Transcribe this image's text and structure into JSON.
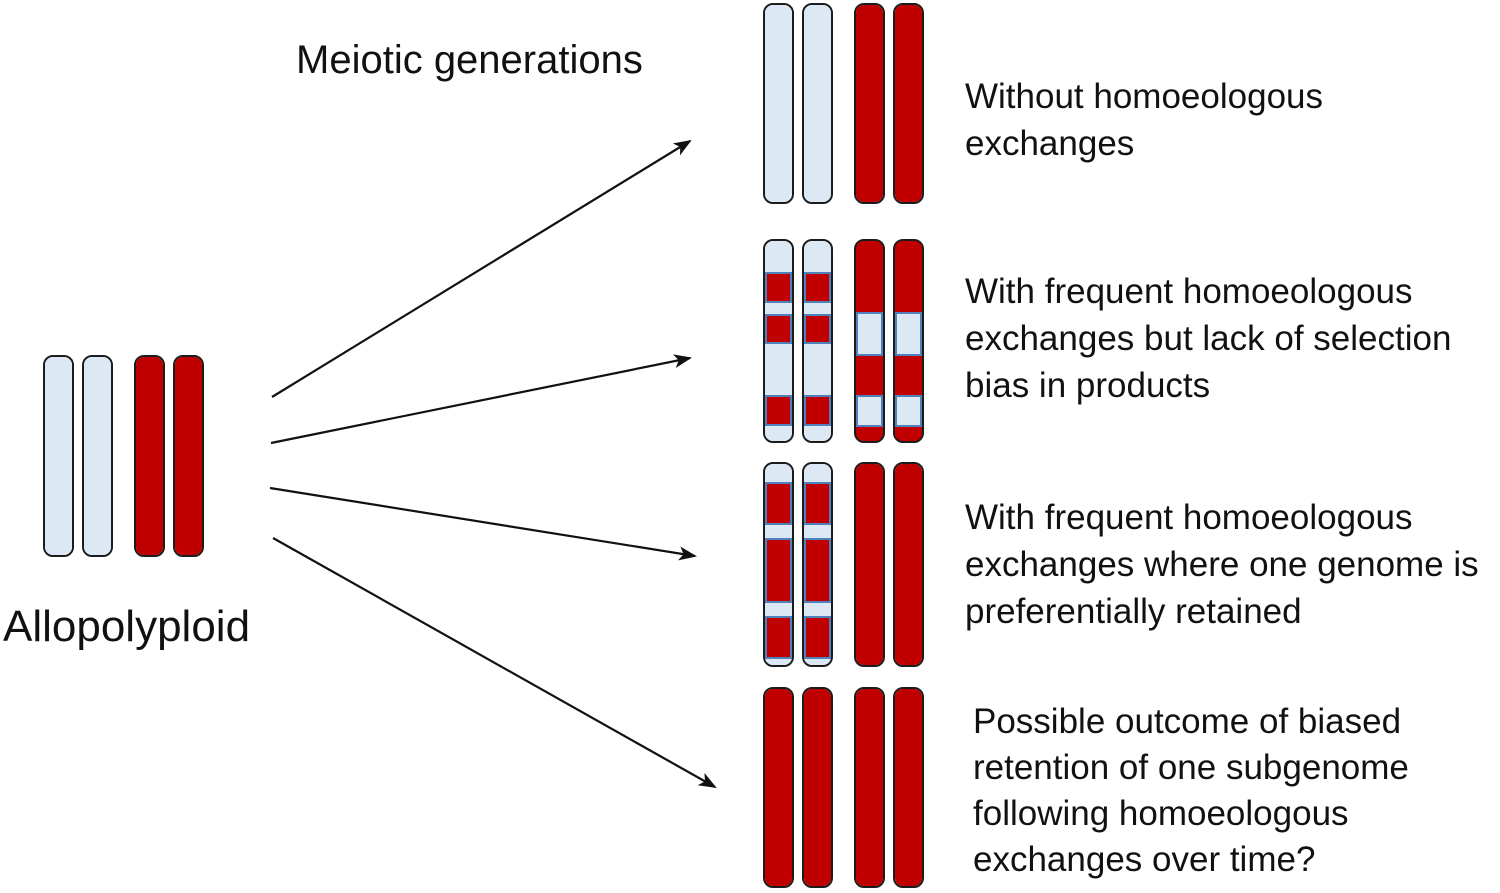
{
  "colors": {
    "background": "#ffffff",
    "genome_a": "#dce9f5",
    "genome_b": "#c00000",
    "segment_border": "#4f81bd",
    "chromosome_border": "#1c1c1c",
    "arrow": "#111111",
    "text": "#111111"
  },
  "labels": {
    "allopolyploid": "Allopolyploid",
    "meiotic_generations": "Meiotic generations"
  },
  "legend": {
    "genome_a_meaning": "subgenome-a-chromosome-pale-blue",
    "genome_b_meaning": "subgenome-b-chromosome-dark-red"
  },
  "allopolyploid": {
    "chromosomes": [
      {
        "base": "a",
        "segments": [
          [
            "a",
            202
          ]
        ]
      },
      {
        "base": "a",
        "segments": [
          [
            "a",
            202
          ]
        ]
      },
      {
        "base": "b",
        "segments": [
          [
            "b",
            202
          ]
        ]
      },
      {
        "base": "b",
        "segments": [
          [
            "b",
            202
          ]
        ]
      }
    ]
  },
  "outcomes": [
    {
      "label_lines": [
        "Without homoeologous",
        "exchanges"
      ],
      "chromosomes": [
        {
          "base": "a",
          "segments": [
            [
              "a",
              201
            ]
          ]
        },
        {
          "base": "a",
          "segments": [
            [
              "a",
              201
            ]
          ]
        },
        {
          "base": "b",
          "segments": [
            [
              "b",
              201
            ]
          ]
        },
        {
          "base": "b",
          "segments": [
            [
              "b",
              201
            ]
          ]
        }
      ]
    },
    {
      "label_lines": [
        "With frequent homoeologous",
        "exchanges but lack of selection",
        "bias in products"
      ],
      "chromosomes": [
        {
          "base": "a",
          "segments": [
            [
              "a",
              33
            ],
            [
              "b",
              30
            ],
            [
              "a",
              12
            ],
            [
              "b",
              28
            ],
            [
              "a",
              55
            ],
            [
              "b",
              29
            ],
            [
              "a",
              16
            ]
          ]
        },
        {
          "base": "a",
          "segments": [
            [
              "a",
              33
            ],
            [
              "b",
              30
            ],
            [
              "a",
              12
            ],
            [
              "b",
              28
            ],
            [
              "a",
              55
            ],
            [
              "b",
              29
            ],
            [
              "a",
              16
            ]
          ]
        },
        {
          "base": "b",
          "segments": [
            [
              "b",
              75
            ],
            [
              "a",
              42
            ],
            [
              "b",
              41
            ],
            [
              "a",
              29
            ],
            [
              "b",
              15
            ]
          ]
        },
        {
          "base": "b",
          "segments": [
            [
              "b",
              75
            ],
            [
              "a",
              42
            ],
            [
              "b",
              41
            ],
            [
              "a",
              29
            ],
            [
              "b",
              15
            ]
          ]
        }
      ]
    },
    {
      "label_lines": [
        "With frequent homoeologous",
        "exchanges where one genome is",
        "preferentially retained"
      ],
      "chromosomes": [
        {
          "base": "a",
          "segments": [
            [
              "a",
              19
            ],
            [
              "b",
              42
            ],
            [
              "a",
              14
            ],
            [
              "b",
              66
            ],
            [
              "a",
              14
            ],
            [
              "b",
              42
            ],
            [
              "a",
              6
            ]
          ]
        },
        {
          "base": "a",
          "segments": [
            [
              "a",
              19
            ],
            [
              "b",
              42
            ],
            [
              "a",
              14
            ],
            [
              "b",
              66
            ],
            [
              "a",
              14
            ],
            [
              "b",
              42
            ],
            [
              "a",
              6
            ]
          ]
        },
        {
          "base": "b",
          "segments": [
            [
              "b",
              203
            ]
          ]
        },
        {
          "base": "b",
          "segments": [
            [
              "b",
              203
            ]
          ]
        }
      ]
    },
    {
      "label_lines": [
        "Possible outcome of biased",
        "retention of one subgenome",
        "following homoeologous",
        "exchanges over time?"
      ],
      "chromosomes": [
        {
          "base": "b",
          "segments": [
            [
              "b",
              201
            ]
          ]
        },
        {
          "base": "b",
          "segments": [
            [
              "b",
              201
            ]
          ]
        },
        {
          "base": "b",
          "segments": [
            [
              "b",
              201
            ]
          ]
        },
        {
          "base": "b",
          "segments": [
            [
              "b",
              201
            ]
          ]
        }
      ]
    }
  ]
}
